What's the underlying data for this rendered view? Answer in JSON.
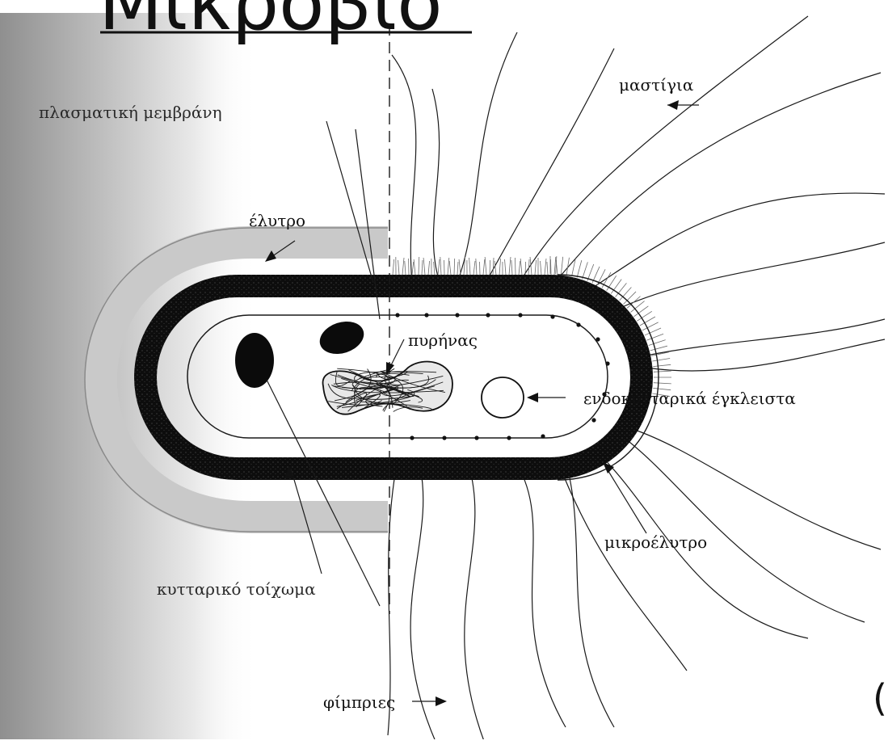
{
  "title": "Μικρόβιο",
  "corner_text": "(",
  "labels": {
    "membrane": "πλασματική μεμβράνη",
    "flagella": "μαστίγια",
    "capsule": "έλυτρο",
    "nucleus": "πυρήνας",
    "inclusions": "ενδοκυτταρικά έγκλειστα",
    "microcapsule": "μικροέλυτρο",
    "cell_wall": "κυτταρικό τοίχωμα",
    "fimbriae": "φίμπριες"
  }
}
